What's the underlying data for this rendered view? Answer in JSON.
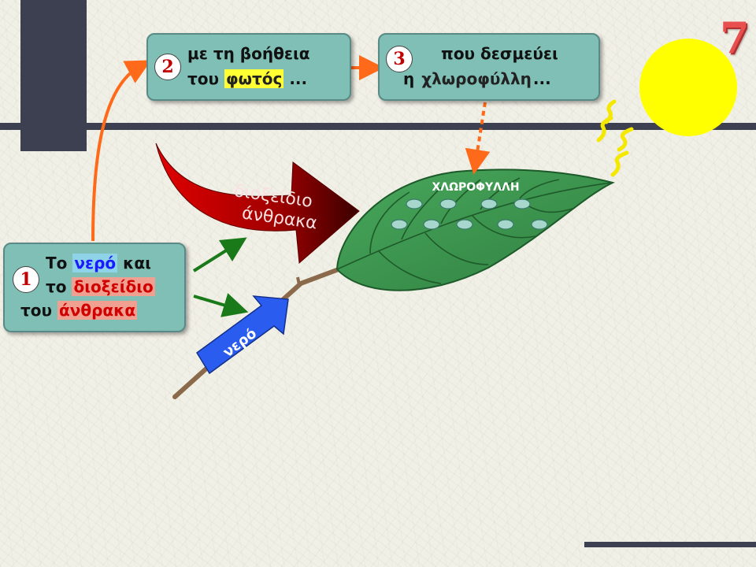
{
  "page_number": "7",
  "box1": {
    "number": "1",
    "line1_pre": "Το ",
    "line1_hl": "νερό",
    "line1_post": " και",
    "line2_pre": "το ",
    "line2_hl": "διοξείδιο",
    "line3_pre": "του ",
    "line3_hl": "άνθρακα"
  },
  "box2": {
    "number": "2",
    "line1": "με τη βοήθεια",
    "line2_pre": "του ",
    "line2_hl": "φωτός",
    "line2_post": " ..."
  },
  "box3": {
    "number": "3",
    "line1": "που δεσμεύει",
    "line2_pre": "η ",
    "line2_hl": "χλωροφύλλη",
    "line2_post": "..."
  },
  "diagram": {
    "co2_line1": "διοξείδιο",
    "co2_line2": "άνθρακα",
    "water_label": "νερό",
    "chlorophyll_label": "ΧΛΩΡΟΦΥΛΛΗ"
  },
  "colors": {
    "box_fill": "#7fbfb5",
    "sun": "#ffff00",
    "leaf": "#3f9a52",
    "co2_arrow": "#c00000",
    "water_arrow": "#2a5cf0",
    "orange_connector": "#ff6a1a",
    "green_arrow": "#1a7a1a"
  }
}
